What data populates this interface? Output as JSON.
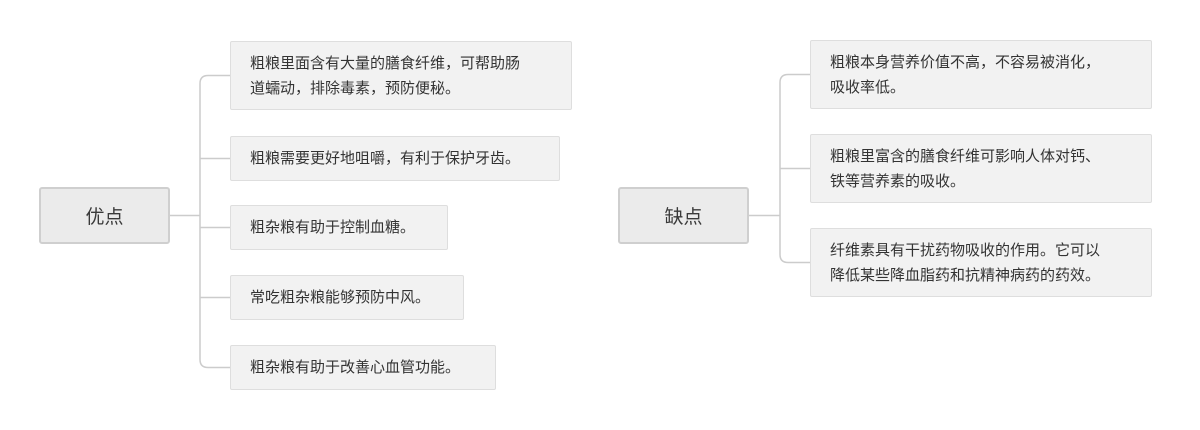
{
  "diagram": {
    "pros": {
      "title": "优点",
      "items": [
        "粗粮里面含有大量的膳食纤维，可帮助肠\n道蠕动，排除毒素，预防便秘。",
        "粗粮需要更好地咀嚼，有利于保护牙齿。",
        "粗杂粮有助于控制血糖。",
        "常吃粗杂粮能够预防中风。",
        "粗杂粮有助于改善心血管功能。"
      ]
    },
    "cons": {
      "title": "缺点",
      "items": [
        "粗粮本身营养价值不高，不容易被消化，\n吸收率低。",
        "粗粮里富含的膳食纤维可影响人体对钙、\n铁等营养素的吸收。",
        "纤维素具有干扰药物吸收的作用。它可以\n降低某些降血脂药和抗精神病药的药效。"
      ]
    },
    "colors": {
      "connector": "#cccccc",
      "root_fill": "#ebebeb",
      "root_border": "#cfcfcf",
      "leaf_fill": "#f2f2f2",
      "leaf_border": "#dedede",
      "text": "#333333"
    }
  }
}
